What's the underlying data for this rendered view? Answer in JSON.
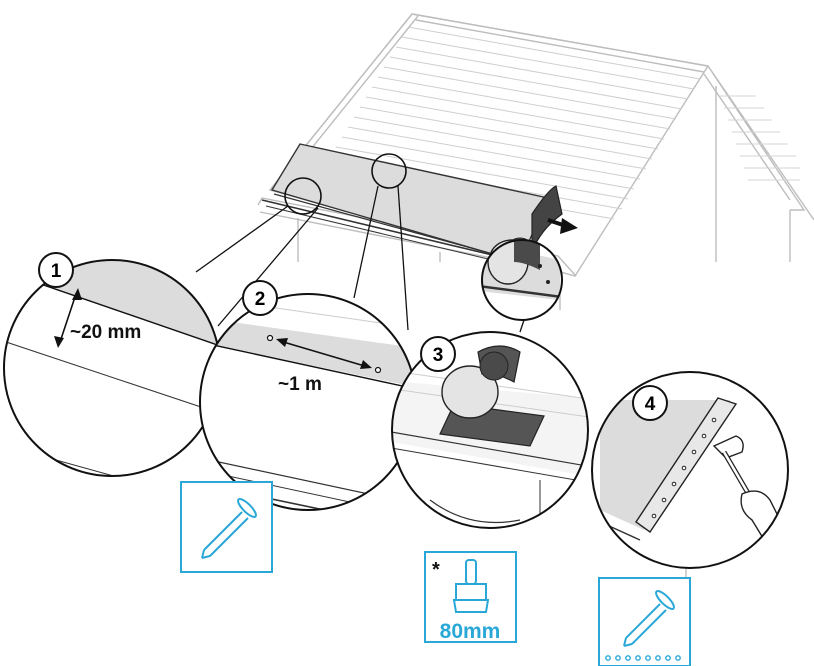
{
  "steps": [
    {
      "number": "1",
      "measurement": "~20 mm"
    },
    {
      "number": "2",
      "measurement": "~1 m"
    },
    {
      "number": "3"
    },
    {
      "number": "4"
    }
  ],
  "brush_icon": {
    "asterisk": "*",
    "width_label": "80mm"
  },
  "colors": {
    "accent": "#29a8d8",
    "membrane": "#dcdcdc",
    "membrane_dark": "#5a5a5a",
    "line": "#222222",
    "roof_line": "#bdbdbd"
  }
}
